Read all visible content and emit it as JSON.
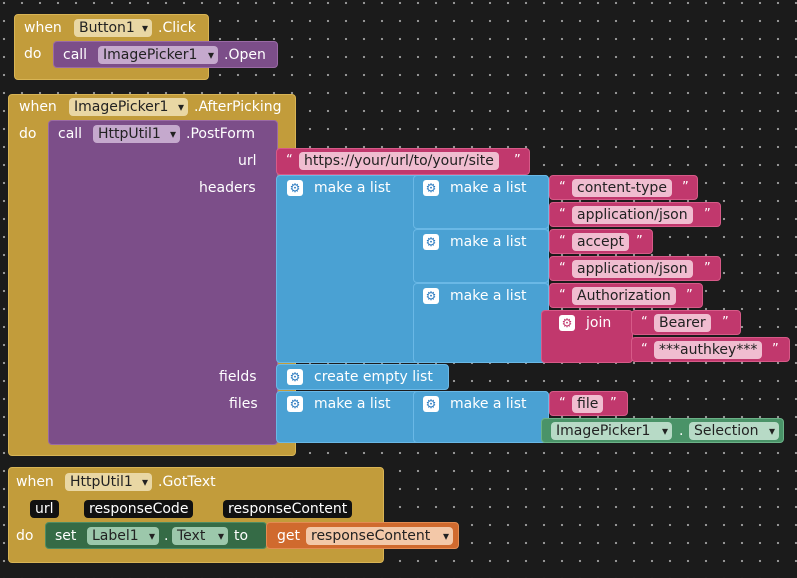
{
  "block1": {
    "when": "when",
    "component": "Button1",
    "event": ".Click",
    "do": "do",
    "call": "call",
    "target": "ImagePicker1",
    "method": ".Open"
  },
  "block2": {
    "when": "when",
    "component": "ImagePicker1",
    "event": ".AfterPicking",
    "do": "do",
    "call": "call",
    "target": "HttpUtil1",
    "method": ".PostForm",
    "url_label": "url",
    "url_value": "https://your/url/to/your/site",
    "headers_label": "headers",
    "fields_label": "fields",
    "files_label": "files",
    "make_list": "make a list",
    "create_empty_list": "create empty list",
    "join": "join",
    "h_content_type": "content-type",
    "h_application_json_1": "application/json",
    "h_accept": "accept",
    "h_application_json_2": "application/json",
    "h_authorization": "Authorization",
    "h_bearer": "Bearer",
    "h_authkey": "***authkey***",
    "file_key": "file",
    "picker": "ImagePicker1",
    "dot": ".",
    "selection": "Selection",
    "quote_open": "“",
    "quote_close": "”"
  },
  "block3": {
    "when": "when",
    "component": "HttpUtil1",
    "event": ".GotText",
    "param_url": "url",
    "param_response_code": "responseCode",
    "param_response_content": "responseContent",
    "do": "do",
    "set": "set",
    "label": "Label1",
    "dot": ".",
    "property": "Text",
    "to": "to",
    "get": "get",
    "get_var": "responseContent"
  }
}
